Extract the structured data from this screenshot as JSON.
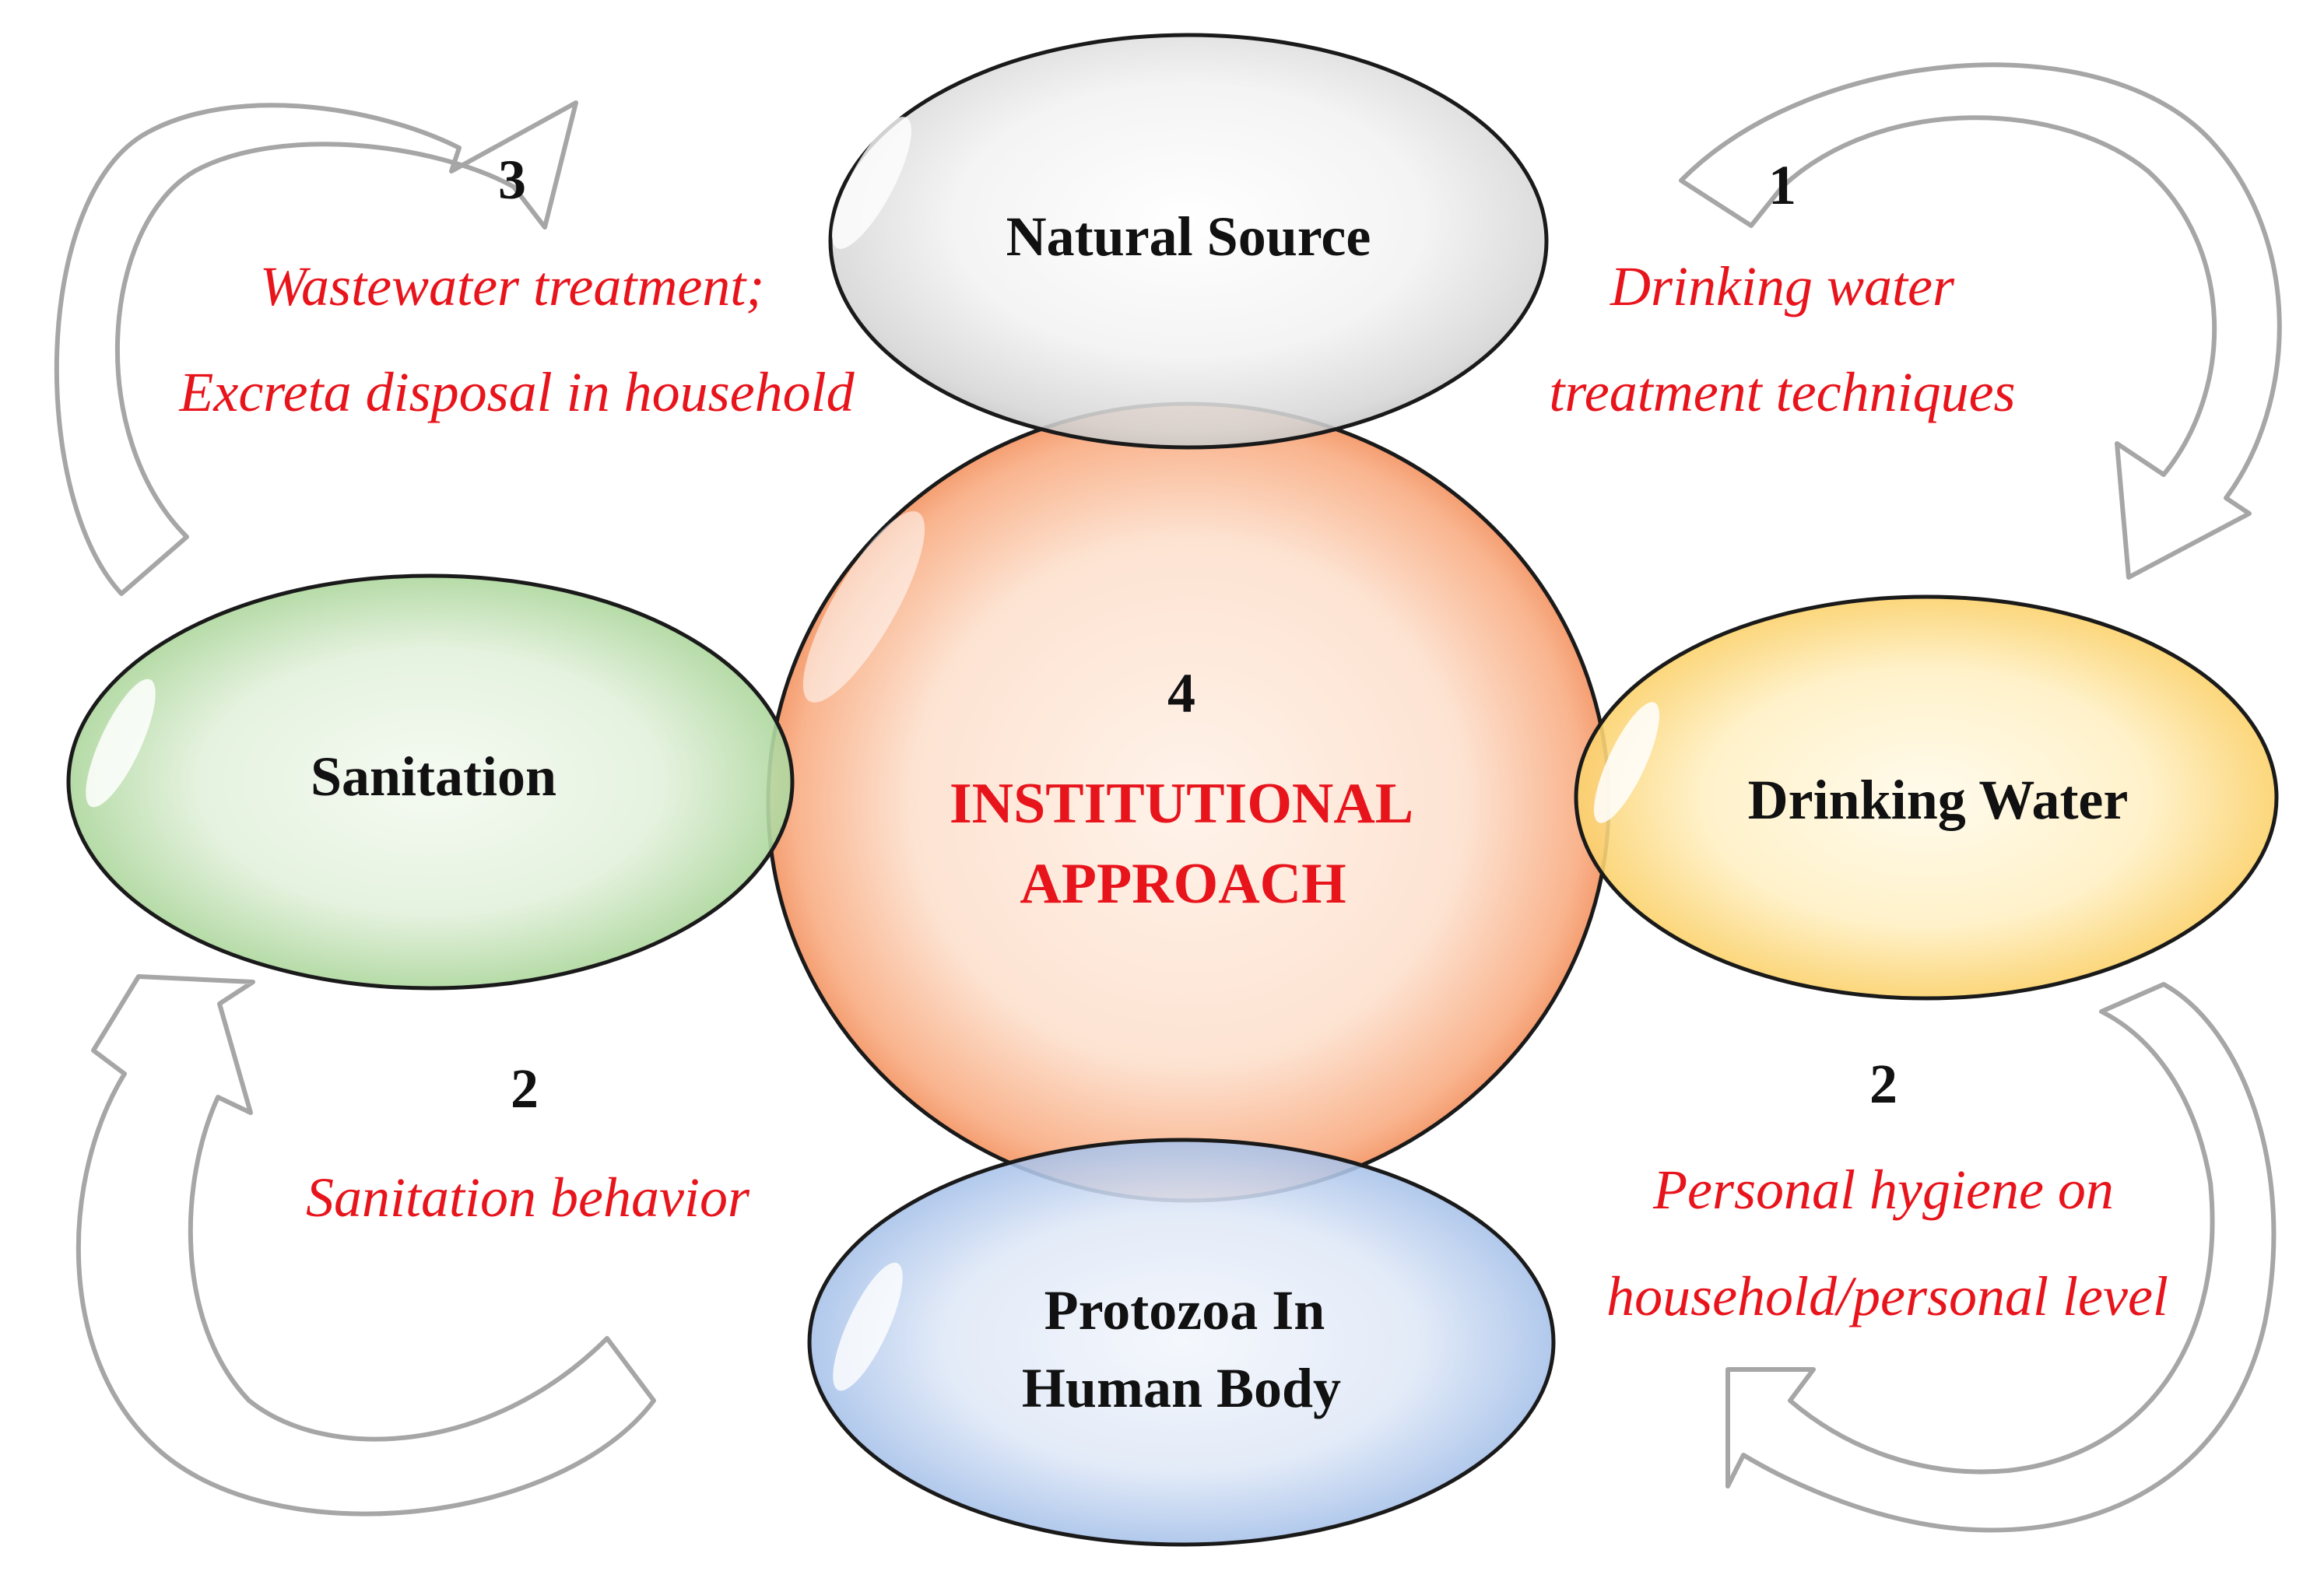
{
  "colors": {
    "arrow": "#a6a6a6",
    "label_red": "#e8141c",
    "text_dark": "#111111",
    "natural_source": "#d0d0d0",
    "institutional": "#f08a58",
    "sanitation": "#7cbd6a",
    "drinking_water": "#f5b825",
    "protozoa": "#5d8fd4"
  },
  "nodes": {
    "natural_source": "Natural Source",
    "sanitation": "Sanitation",
    "drinking_water": "Drinking Water",
    "protozoa_line1": "Protozoa In",
    "protozoa_line2": "Human Body",
    "institutional_number": "4",
    "institutional_line1": "INSTITUTIONAL",
    "institutional_line2": "APPROACH"
  },
  "steps": {
    "top_left": {
      "number": "3",
      "line1": "Wastewater treatment;",
      "line2": "Excreta disposal in household"
    },
    "top_right": {
      "number": "1",
      "line1": "Drinking water",
      "line2": "treatment techniques"
    },
    "bottom_left": {
      "number": "2",
      "line1": "Sanitation behavior"
    },
    "bottom_right": {
      "number": "2",
      "line1": "Personal hygiene on",
      "line2": "household/personal level"
    }
  }
}
